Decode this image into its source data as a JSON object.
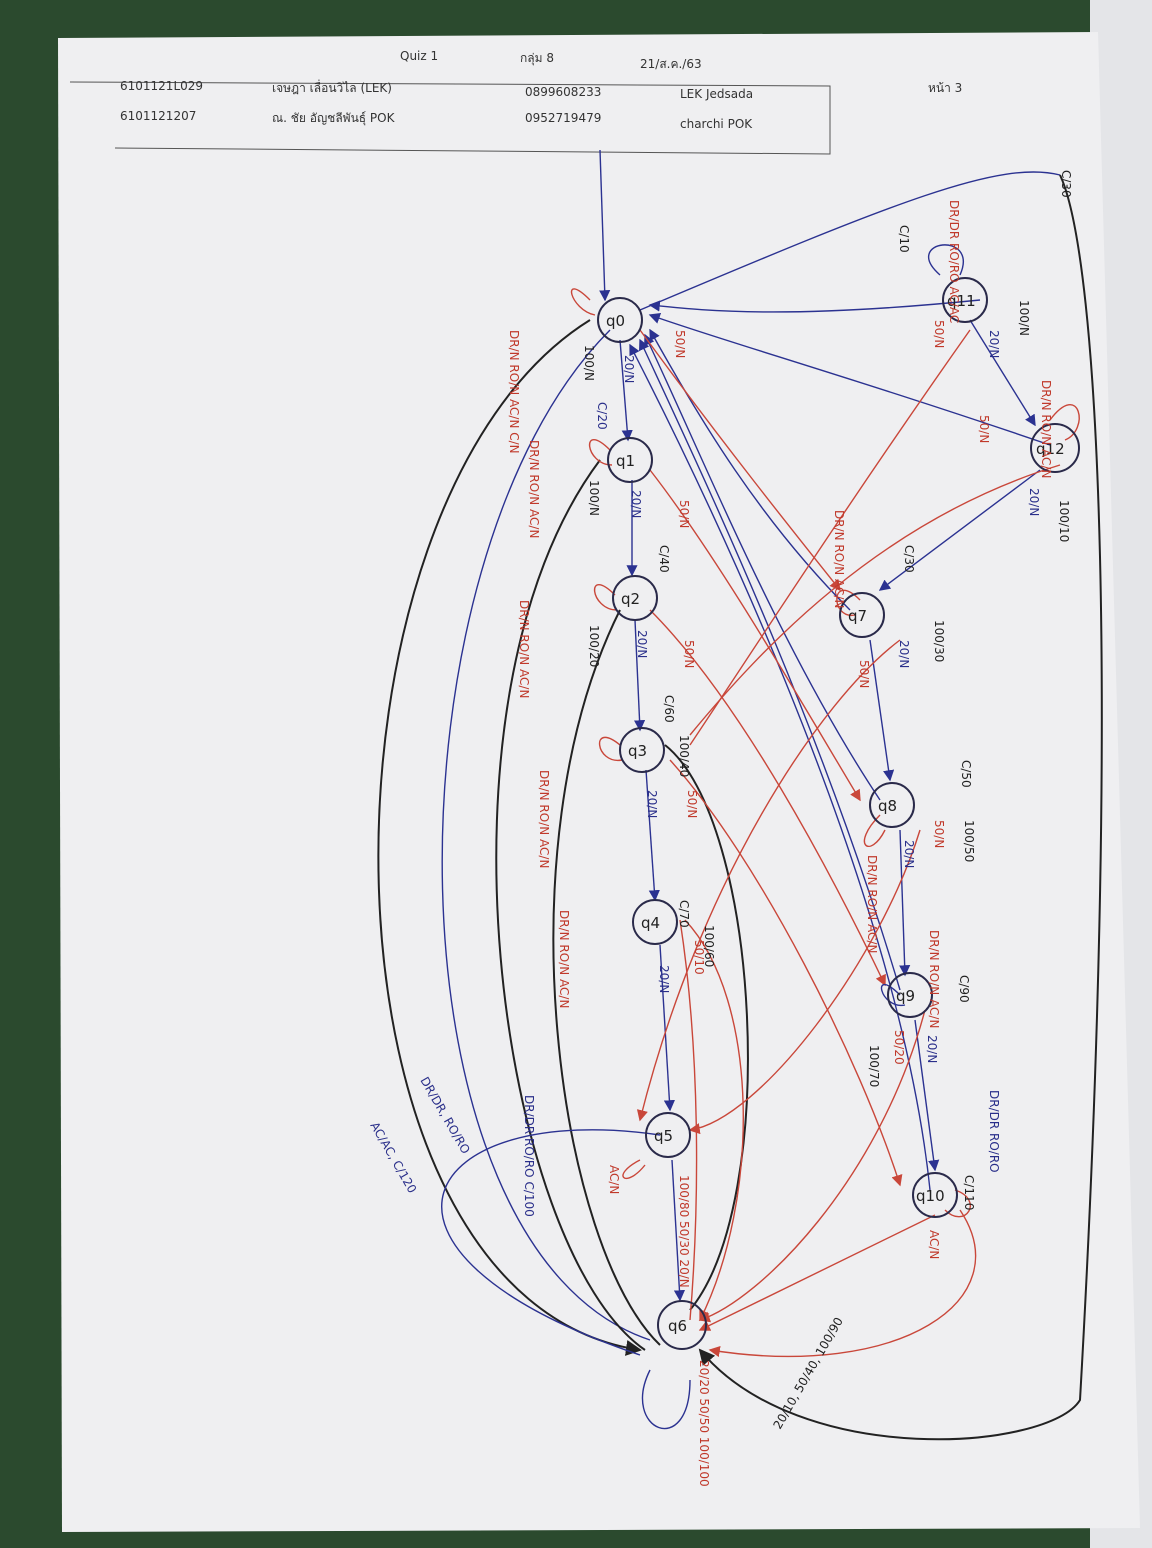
{
  "header": {
    "quiz": "Quiz 1",
    "group": "กลุ่ม 8",
    "date": "21/ส.ค./63",
    "student1_id": "6101121L029",
    "student1_name": "เจษฎา เลื่อนวิไล (LEK)",
    "student1_phone": "0899608233",
    "student1_nick": "LEK Jedsada",
    "student2_id": "6101121207",
    "student2_name": "ณ. ชัย อัญชลีพันธุ์ POK",
    "student2_phone": "0952719479",
    "student2_nick": "charchi POK",
    "page": "หน้า 3"
  },
  "states": [
    {
      "id": "q0",
      "label": "q0"
    },
    {
      "id": "q1",
      "label": "q1"
    },
    {
      "id": "q2",
      "label": "q2"
    },
    {
      "id": "q3",
      "label": "q3"
    },
    {
      "id": "q4",
      "label": "q4"
    },
    {
      "id": "q5",
      "label": "q5"
    },
    {
      "id": "q6",
      "label": "q6"
    },
    {
      "id": "q7",
      "label": "q7"
    },
    {
      "id": "q8",
      "label": "q8"
    },
    {
      "id": "q9",
      "label": "q9"
    },
    {
      "id": "q10",
      "label": "q10"
    },
    {
      "id": "q11",
      "label": "q11"
    },
    {
      "id": "q12",
      "label": "q12"
    }
  ],
  "labels": {
    "q0_self": "DR/N RO/N AC/N C/N",
    "q0_q1": "20/N",
    "q0_100": "100/N",
    "q0_c": "C/20",
    "q1_self": "DR/N RO/N AC/N",
    "q1_q2": "20/N",
    "q1_50": "50/N",
    "q1_c": "C/40",
    "q1_100": "100/N",
    "q2_self": "DR/N RO/N AC/N",
    "q2_q3": "20/N",
    "q2_50": "50/N",
    "q2_100": "100/20",
    "q2_c": "C/60",
    "q3_self": "DR/N RO/N AC/N",
    "q3_q4": "20/N",
    "q3_50": "50/N",
    "q3_100": "100/40",
    "q4_self": "DR/N RO/N AC/N",
    "q4_q5": "20/N",
    "q4_c": "C/70",
    "q4_50": "50/10",
    "q4_100": "100/60",
    "q5_self": "AC/N",
    "q5_in": "DR/DR RO/RO C/100",
    "q5_out": "100/80 50/30 20/N",
    "q6_self": "20/20 50/50 100/100",
    "q6_in1": "DR/DR, RO/RO",
    "q6_in2": "AC/AC, C/120",
    "q7_self": "DR/N RO/N AC/N",
    "q7_c": "C/30",
    "q7_q8": "20/N",
    "q7_50": "50/N",
    "q7_100": "100/30",
    "q8_self": "DR/N RO/N AC/N",
    "q8_c": "C/50",
    "q8_q9": "20/N",
    "q8_50": "50/N",
    "q8_100": "100/50",
    "q9_self": "DR/N RO/N AC/N",
    "q9_c": "C/90",
    "q9_q10": "20/N",
    "q9_50": "50/20",
    "q9_100": "100/70",
    "q10_self": "AC/N",
    "q10_in": "DR/DR RO/RO",
    "q10_c": "C/110",
    "q10_out": "20/10, 50/40, 100/90",
    "q11_self": "DR/DR RO/RO AC/AC",
    "q11_c": "C/10",
    "q11_50": "50/N",
    "q11_20": "20/N",
    "q11_100": "100/N",
    "q12_self": "DR/N RO/N AC/N",
    "q12_20": "20/N",
    "q12_50": "50/N",
    "q12_100": "100/10",
    "top_c": "C/30"
  },
  "colors": {
    "blue": "#2b3291",
    "red": "#c9473a",
    "black": "#222222",
    "paper": "#efeff1"
  }
}
